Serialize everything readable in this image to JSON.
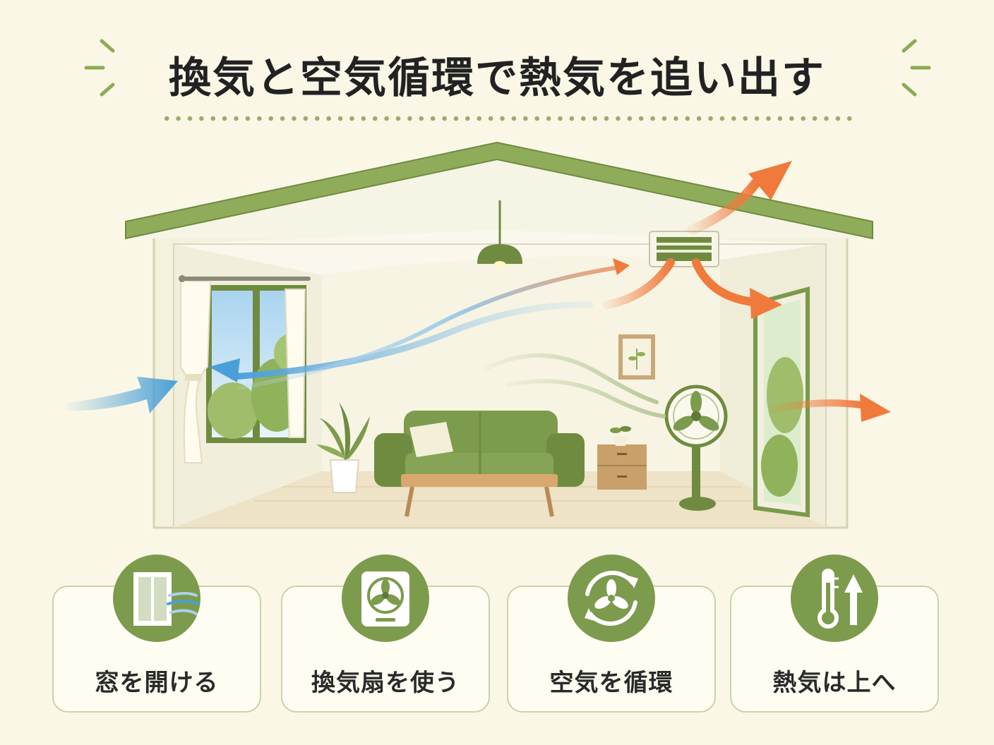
{
  "title": "換気と空気循環で熱気を追い出す",
  "cards": [
    {
      "label": "窓を開ける",
      "icon": "window-breeze-icon"
    },
    {
      "label": "換気扇を使う",
      "icon": "ventilation-fan-icon"
    },
    {
      "label": "空気を循環",
      "icon": "air-circulation-icon"
    },
    {
      "label": "熱気は上へ",
      "icon": "thermometer-up-icon"
    }
  ],
  "colors": {
    "background": "#faf7e6",
    "accent_green": "#7c9b4c",
    "cool_air_blue": "#4a9fd8",
    "hot_air_orange": "#f07a3c",
    "text": "#222222"
  }
}
